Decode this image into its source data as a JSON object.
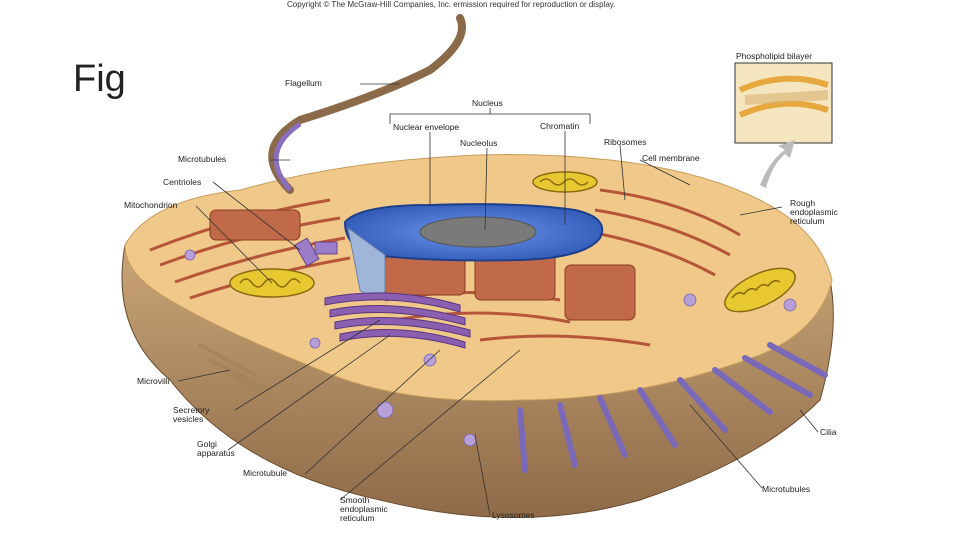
{
  "copyright": "Copyright © The McGraw-Hill Companies, Inc. ermission required for reproduction or display.",
  "slide_title": "Fig",
  "labels": {
    "phospholipid": "Phospholipid bilayer",
    "flagellum": "Flagellum",
    "nucleus": "Nucleus",
    "nuclear_envelope": "Nuclear envelope",
    "chromatin": "Chromatin",
    "nucleolus": "Nucleolus",
    "ribosomes": "Ribosomes",
    "cell_membrane": "Cell membrane",
    "microtubules_top": "Microtubules",
    "centrioles": "Centrioles",
    "mitochondrion": "Mitochondrion",
    "rough_er_1": "Rough",
    "rough_er_2": "endoplasmic",
    "rough_er_3": "reticulum",
    "microvilli": "Microvilli",
    "secretory_1": "Secretory",
    "secretory_2": "vesicles",
    "golgi_1": "Golgi",
    "golgi_2": "apparatus",
    "microtubule": "Microtubule",
    "smooth_er_1": "Smooth",
    "smooth_er_2": "endoplasmic",
    "smooth_er_3": "reticulum",
    "lysosomes": "Lysosomes",
    "cilia": "Cilia",
    "microtubules_bottom": "Microtubules"
  },
  "colors": {
    "cytoplasm": "#f0c98a",
    "cell_base": "#b08a60",
    "rough_er": "#b5553a",
    "nucleus": "#3f6fcf",
    "nucleolus": "#777777",
    "mitochondria": "#e8c830",
    "golgi": "#8a5fb0",
    "cilia": "#9c8fd0"
  }
}
